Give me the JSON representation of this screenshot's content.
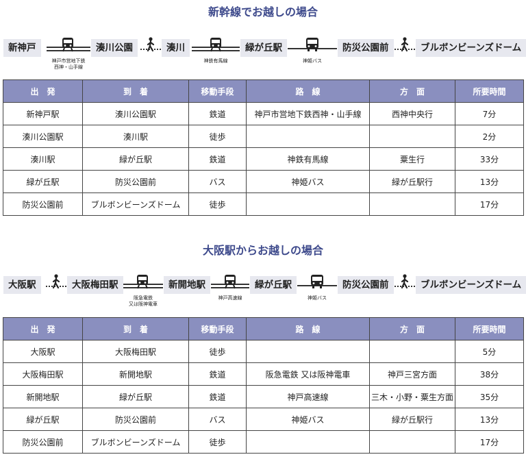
{
  "sections": [
    {
      "title": "新幹線でお越しの場合",
      "route": {
        "stations": [
          "新神戸",
          "湊川公園",
          "湊川",
          "緑が丘駅",
          "防災公園前",
          "ブルボンビーンズドーム"
        ],
        "legs": [
          {
            "mode": "train",
            "icon": "train-icon",
            "label_lines": [
              "神戸市営地下鉄",
              "西神・山手線"
            ]
          },
          {
            "mode": "walk",
            "icon": "walking-person-icon",
            "label_lines": []
          },
          {
            "mode": "train",
            "icon": "train-icon",
            "label_lines": [
              "神鉄有馬線"
            ]
          },
          {
            "mode": "bus",
            "icon": "bus-icon",
            "label_lines": [
              "神姫バス"
            ]
          },
          {
            "mode": "walk",
            "icon": "walking-person-icon",
            "label_lines": []
          }
        ]
      },
      "table": {
        "headers": [
          "出　発",
          "到　着",
          "移動手段",
          "路　線",
          "方　面",
          "所要時間"
        ],
        "rows": [
          [
            "新神戸駅",
            "湊川公園駅",
            "鉄道",
            "神戸市営地下鉄西神・山手線",
            "西神中央行",
            "7分"
          ],
          [
            "湊川公園駅",
            "湊川駅",
            "徒歩",
            "",
            "",
            "2分"
          ],
          [
            "湊川駅",
            "緑が丘駅",
            "鉄道",
            "神鉄有馬線",
            "粟生行",
            "33分"
          ],
          [
            "緑が丘駅",
            "防災公園前",
            "バス",
            "神姫バス",
            "緑が丘駅行",
            "13分"
          ],
          [
            "防災公園前",
            "ブルボンビーンズドーム",
            "徒歩",
            "",
            "",
            "17分"
          ]
        ]
      }
    },
    {
      "title": "大阪駅からお越しの場合",
      "route": {
        "stations": [
          "大阪駅",
          "大阪梅田駅",
          "新開地駅",
          "緑が丘駅",
          "防災公園前",
          "ブルボンビーンズドーム"
        ],
        "legs": [
          {
            "mode": "walk",
            "icon": "walking-person-icon",
            "label_lines": []
          },
          {
            "mode": "train",
            "icon": "train-icon",
            "label_lines": [
              "阪急電鉄",
              "又は阪神電車"
            ]
          },
          {
            "mode": "train",
            "icon": "train-icon",
            "label_lines": [
              "神戸高速線"
            ]
          },
          {
            "mode": "bus",
            "icon": "bus-icon",
            "label_lines": [
              "神姫バス"
            ]
          },
          {
            "mode": "walk",
            "icon": "walking-person-icon",
            "label_lines": []
          }
        ]
      },
      "table": {
        "headers": [
          "出　発",
          "到　着",
          "移動手段",
          "路　線",
          "方　面",
          "所要時間"
        ],
        "rows": [
          [
            "大阪駅",
            "大阪梅田駅",
            "徒歩",
            "",
            "",
            "5分"
          ],
          [
            "大阪梅田駅",
            "新開地駅",
            "鉄道",
            "阪急電鉄 又は阪神電車",
            "神戸三宮方面",
            "38分"
          ],
          [
            "新開地駅",
            "緑が丘駅",
            "鉄道",
            "神戸高速線",
            "三木・小野・粟生方面",
            "35分"
          ],
          [
            "緑が丘駅",
            "防災公園前",
            "バス",
            "神姫バス",
            "緑が丘駅行",
            "13分"
          ],
          [
            "防災公園前",
            "ブルボンビーンズドーム",
            "徒歩",
            "",
            "",
            "17分"
          ]
        ]
      }
    }
  ]
}
